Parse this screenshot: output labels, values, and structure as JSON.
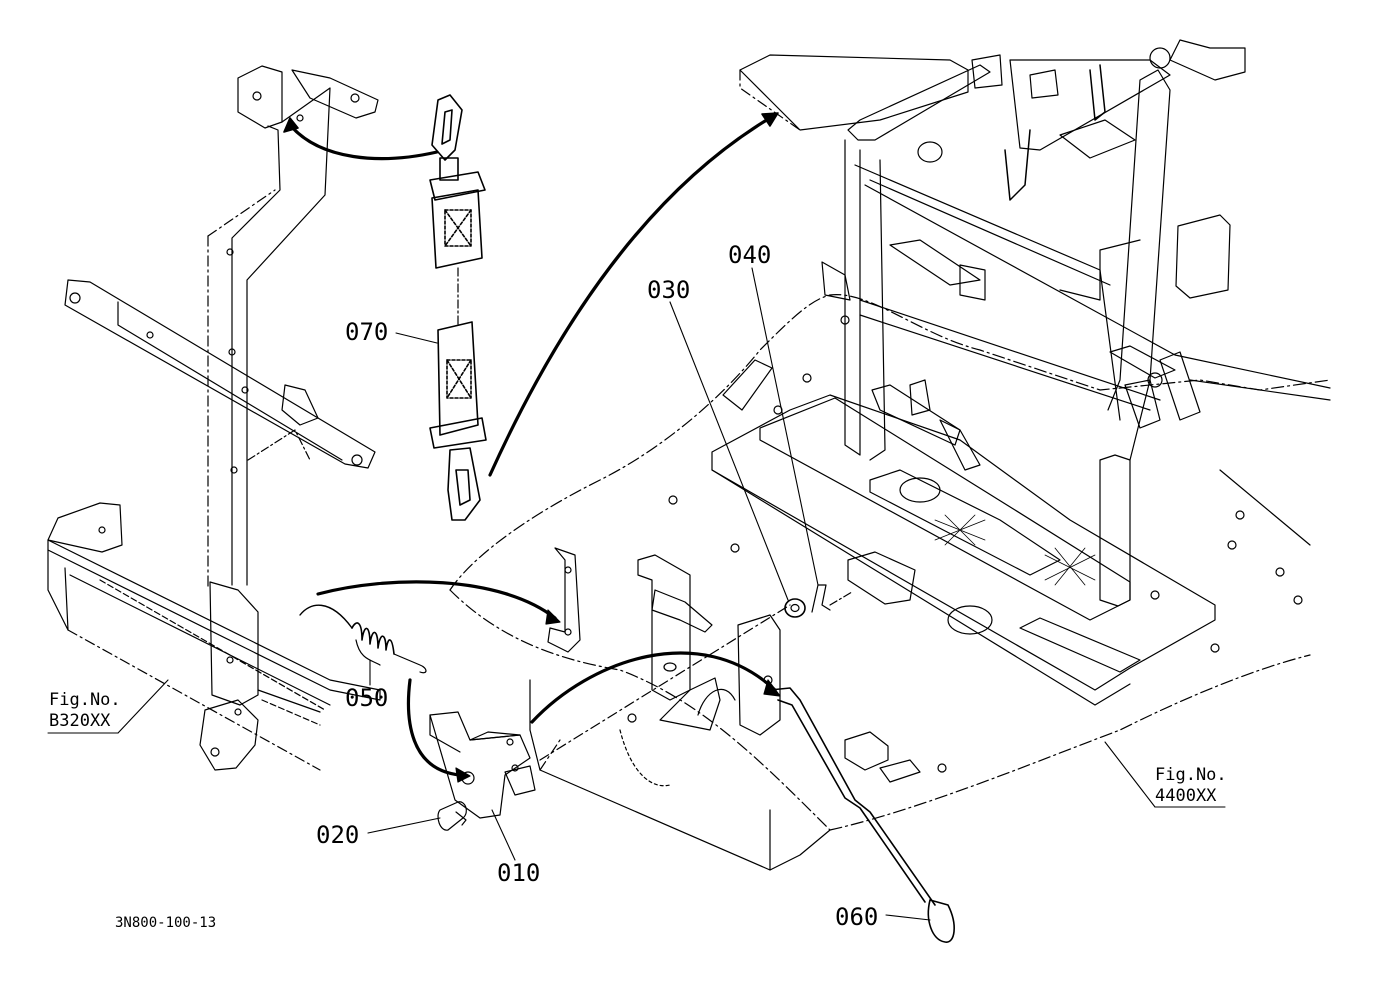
{
  "diagram": {
    "parts": [
      {
        "id": "p070",
        "number": "070"
      },
      {
        "id": "p030",
        "number": "030"
      },
      {
        "id": "p040",
        "number": "040"
      },
      {
        "id": "p050",
        "number": "050"
      },
      {
        "id": "p020",
        "number": "020"
      },
      {
        "id": "p010",
        "number": "010"
      },
      {
        "id": "p060",
        "number": "060"
      }
    ],
    "references": [
      {
        "id": "ref-b320",
        "line1": "Fig.No.",
        "line2": "B320XX"
      },
      {
        "id": "ref-4400",
        "line1": "Fig.No.",
        "line2": "4400XX"
      }
    ],
    "drawing_code": "3N800-100-13"
  }
}
